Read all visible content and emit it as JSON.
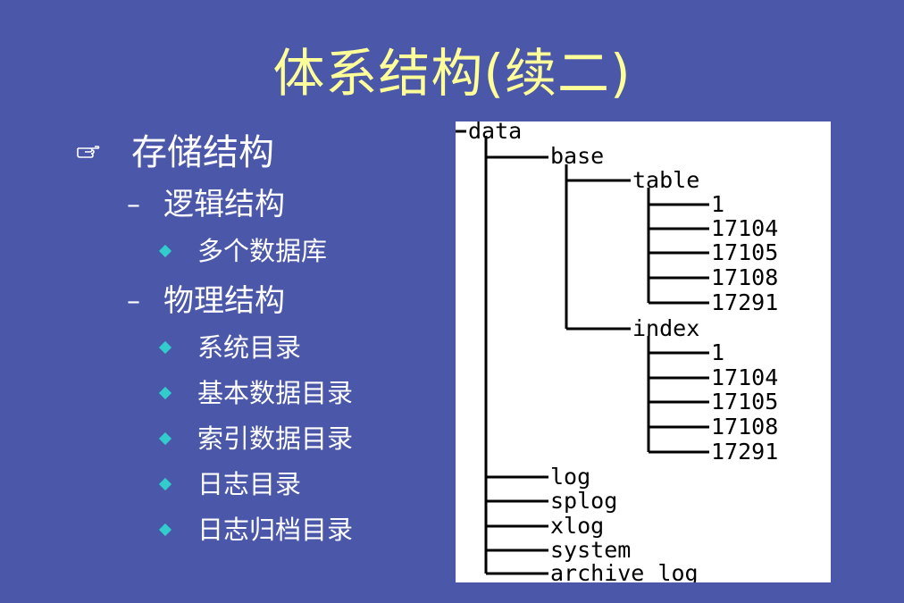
{
  "slide": {
    "title": "体系结构(续二)",
    "bullet_icon": "pointing-hand-icon",
    "bullets": {
      "storage": "存储结构",
      "logical": "逻辑结构",
      "logical_items": [
        "多个数据库"
      ],
      "physical": "物理结构",
      "physical_items": [
        "系统目录",
        "基本数据目录",
        "索引数据目录",
        "日志目录",
        "日志归档目录"
      ]
    },
    "bullet_marker_color": "#33cccc",
    "title_color": "#ffff99",
    "background_color": "#4b57a8"
  },
  "tree": {
    "root": "data",
    "base": "base",
    "table": "table",
    "table_files": [
      "1",
      "17104",
      "17105",
      "17108",
      "17291"
    ],
    "index": "index",
    "index_files": [
      "1",
      "17104",
      "17105",
      "17108",
      "17291"
    ],
    "others": [
      "log",
      "splog",
      "xlog",
      "system",
      "archive_log"
    ]
  }
}
